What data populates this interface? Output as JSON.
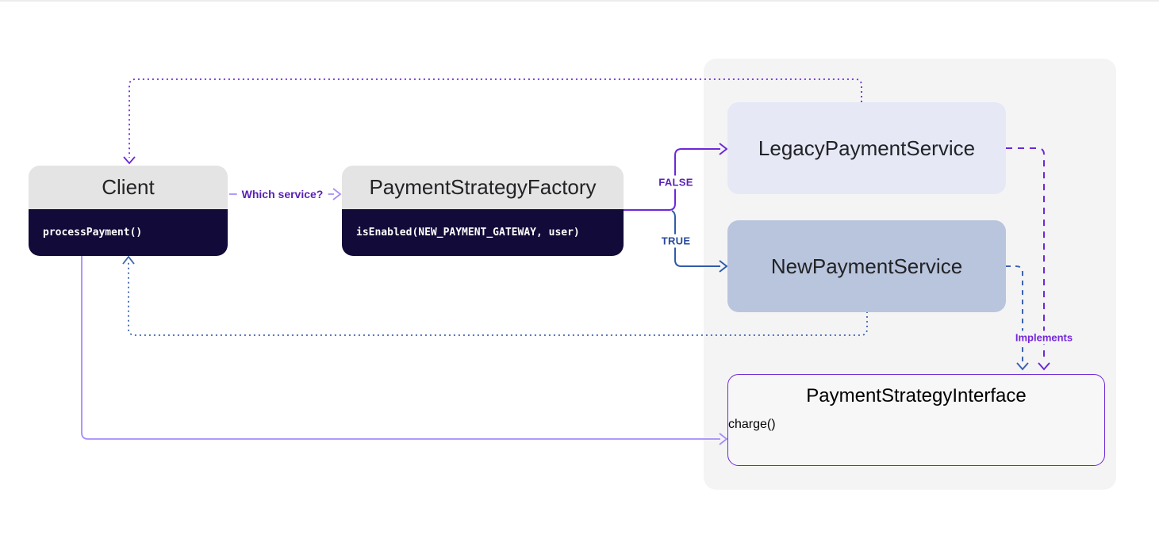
{
  "colors": {
    "navy": "#120a38",
    "box-header": "#e4e4e4",
    "panel": "#f4f4f5",
    "legacy-bg": "#e6e8f6",
    "new-bg": "#b9c5dd",
    "iface-header": "#f7f7f8",
    "purple": "#6d28d9",
    "purple-light": "#a78bfa",
    "blue": "#2e5cab",
    "blue-dotted": "#3c63ae",
    "label-purple": "#5b21b6",
    "label-blue": "#27489b",
    "label-implements": "#7527d8",
    "text-dark": "#222326",
    "text-light": "#ffffff"
  },
  "nodes": {
    "client": {
      "title": "Client",
      "method": "processPayment()"
    },
    "factory": {
      "title": "PaymentStrategyFactory",
      "method": "isEnabled(NEW_PAYMENT_GATEWAY, user)"
    },
    "legacy": {
      "title": "LegacyPaymentService"
    },
    "new_service": {
      "title": "NewPaymentService"
    },
    "interface": {
      "title": "PaymentStrategyInterface",
      "method": "charge()"
    }
  },
  "labels": {
    "which_service": "Which service?",
    "false_branch": "FALSE",
    "true_branch": "TRUE",
    "implements": "Implements"
  }
}
